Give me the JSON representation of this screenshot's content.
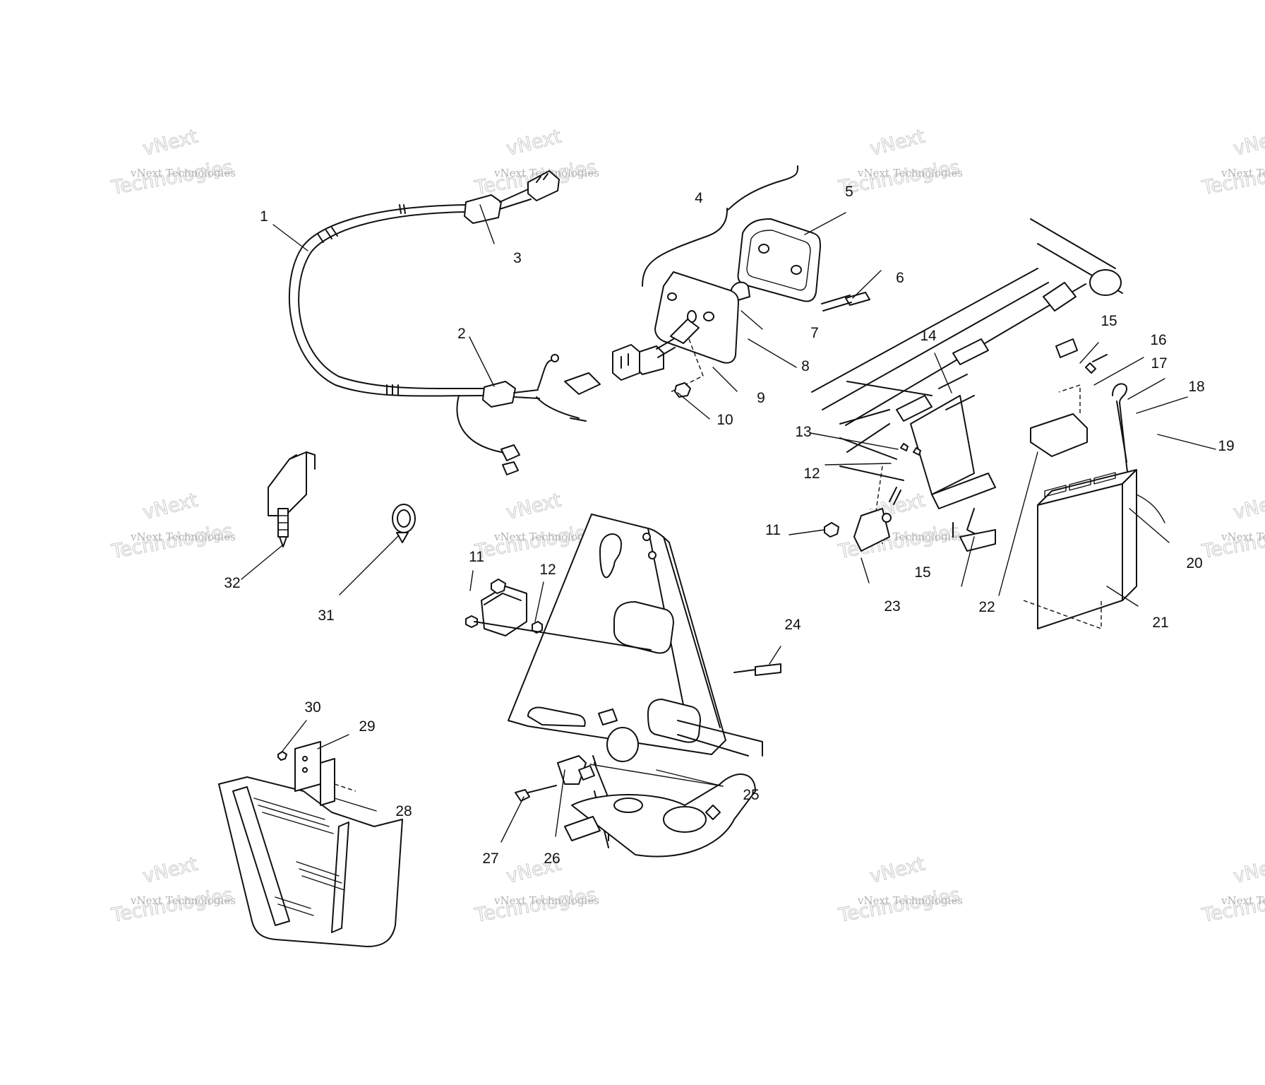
{
  "watermark": {
    "brand_top": "vNext",
    "company": "vNext Technologies",
    "brand_bottom": "Technologies"
  },
  "callouts": [
    "1",
    "2",
    "3",
    "4",
    "5",
    "6",
    "7",
    "8",
    "9",
    "10",
    "11",
    "12",
    "13",
    "14",
    "15",
    "16",
    "17",
    "18",
    "19",
    "20",
    "21",
    "22",
    "23",
    "24",
    "25",
    "26",
    "27",
    "28",
    "29",
    "30",
    "31",
    "32",
    "11",
    "12",
    "15"
  ],
  "colors": {
    "line": "#111111",
    "watermark": "#9a9a9a",
    "background": "#ffffff"
  }
}
